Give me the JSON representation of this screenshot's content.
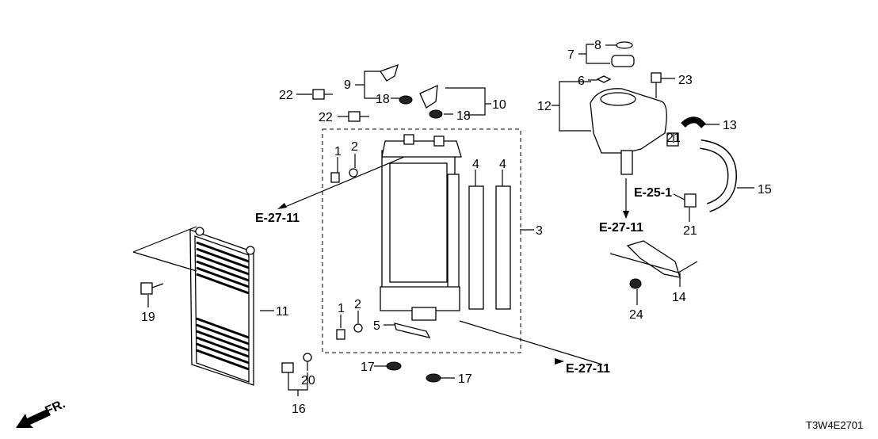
{
  "diagram_code": "T3W4E2701",
  "front_marker": "FR.",
  "part_labels": [
    "22",
    "9",
    "18",
    "22",
    "18",
    "10",
    "8",
    "7",
    "6",
    "23",
    "12",
    "13",
    "1",
    "2",
    "4",
    "4",
    "21",
    "15",
    "3",
    "21",
    "11",
    "19",
    "14",
    "24",
    "1",
    "2",
    "5",
    "17",
    "17",
    "20",
    "16"
  ],
  "references": [
    "E-25-1",
    "E-27-11",
    "E-27-11",
    "E-27-11"
  ]
}
